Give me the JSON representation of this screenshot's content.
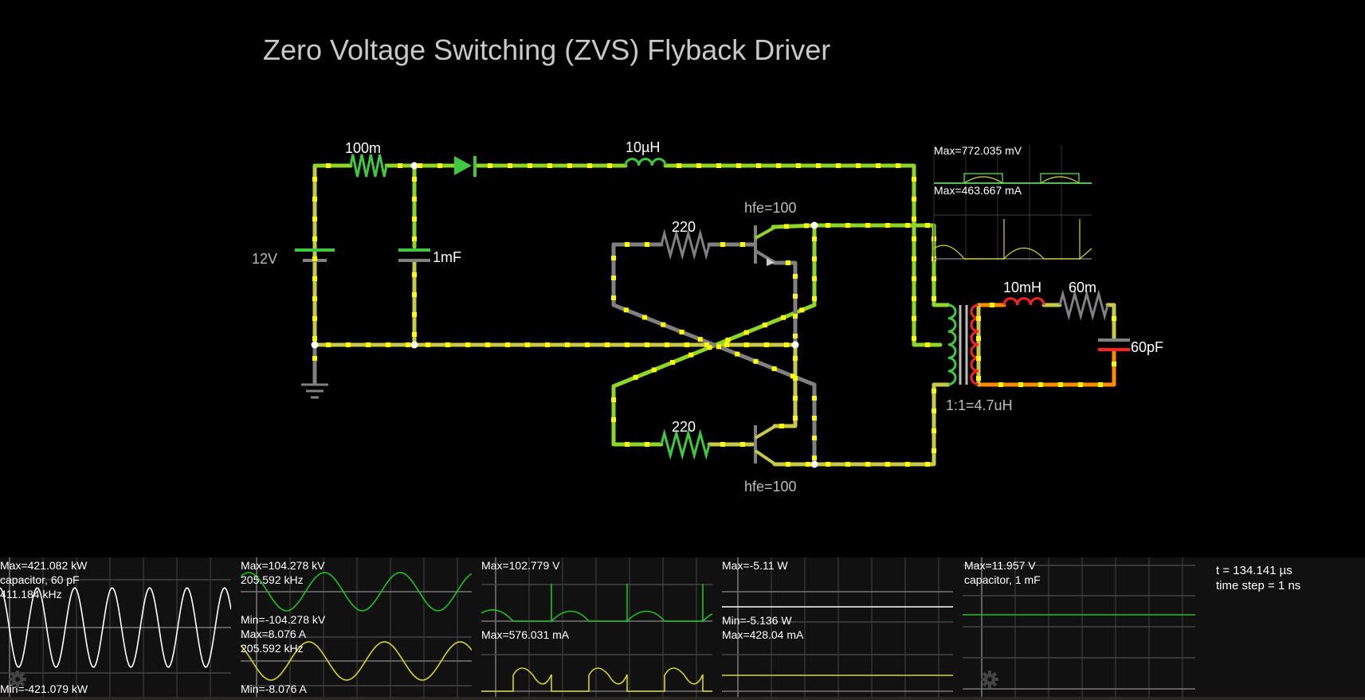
{
  "circuit": {
    "title": "Zero Voltage Switching (ZVS) Flyback Driver",
    "components": {
      "source_resistor": "100m",
      "diode": "diode",
      "choke_inductor": "10µH",
      "supply_voltage": "12V",
      "bulk_capacitor": "1mF",
      "gate_resistor_top": "220",
      "gate_resistor_bottom": "220",
      "transistor_top_gain": "hfe=100",
      "transistor_bottom_gain": "hfe=100",
      "transformer": "1:1=4.7uH",
      "secondary_inductor": "10mH",
      "secondary_resistor": "60m",
      "tank_capacitor": "60pF"
    },
    "inline_scope": {
      "voltage_max": "Max=772.035 mV",
      "current_max": "Max=463.667 mA"
    },
    "colors": {
      "wire_yellow": "#c8c84a",
      "wire_green": "#8fd62a",
      "current_dot": "#ffff00",
      "gray_wire": "#808080",
      "hot_red": "#ff2020",
      "orange": "#ff8c00",
      "bright_green": "#40c840"
    }
  },
  "scopes": [
    {
      "name": "scope-power-capacitor",
      "lines": [
        "Max=421.082 kW",
        "capacitor, 60 pF",
        "411.184 kHz"
      ],
      "min": "Min=-421.079 kW",
      "trace_color": "#ffffff"
    },
    {
      "name": "scope-voltage-current-sine",
      "top_lines": [
        "Max=104.278 kV",
        "205.592 kHz"
      ],
      "top_min": "Min=-104.278 kV",
      "bottom_lines": [
        "Max=8.076 A",
        "205.592 kHz"
      ],
      "bottom_min": "Min=-8.076 A",
      "top_color": "#22c022",
      "bottom_color": "#d4d42a"
    },
    {
      "name": "scope-transistor",
      "top_max": "Max=102.779 V",
      "bottom_max": "Max=576.031 mA",
      "top_color": "#22c022",
      "bottom_color": "#d4d42a"
    },
    {
      "name": "scope-dc-power",
      "top_max": "Max=-5.11 W",
      "top_min": "Min=-5.136 W",
      "bottom_max": "Max=428.04 mA",
      "top_color": "#ffffff",
      "bottom_color": "#d4d42a"
    },
    {
      "name": "scope-capacitor-1mf",
      "lines": [
        "Max=11.957 V",
        "capacitor, 1 mF"
      ],
      "trace_color": "#22c022"
    }
  ],
  "sim_info": {
    "time": "t = 134.141 µs",
    "time_step": "time step = 1 ns"
  }
}
